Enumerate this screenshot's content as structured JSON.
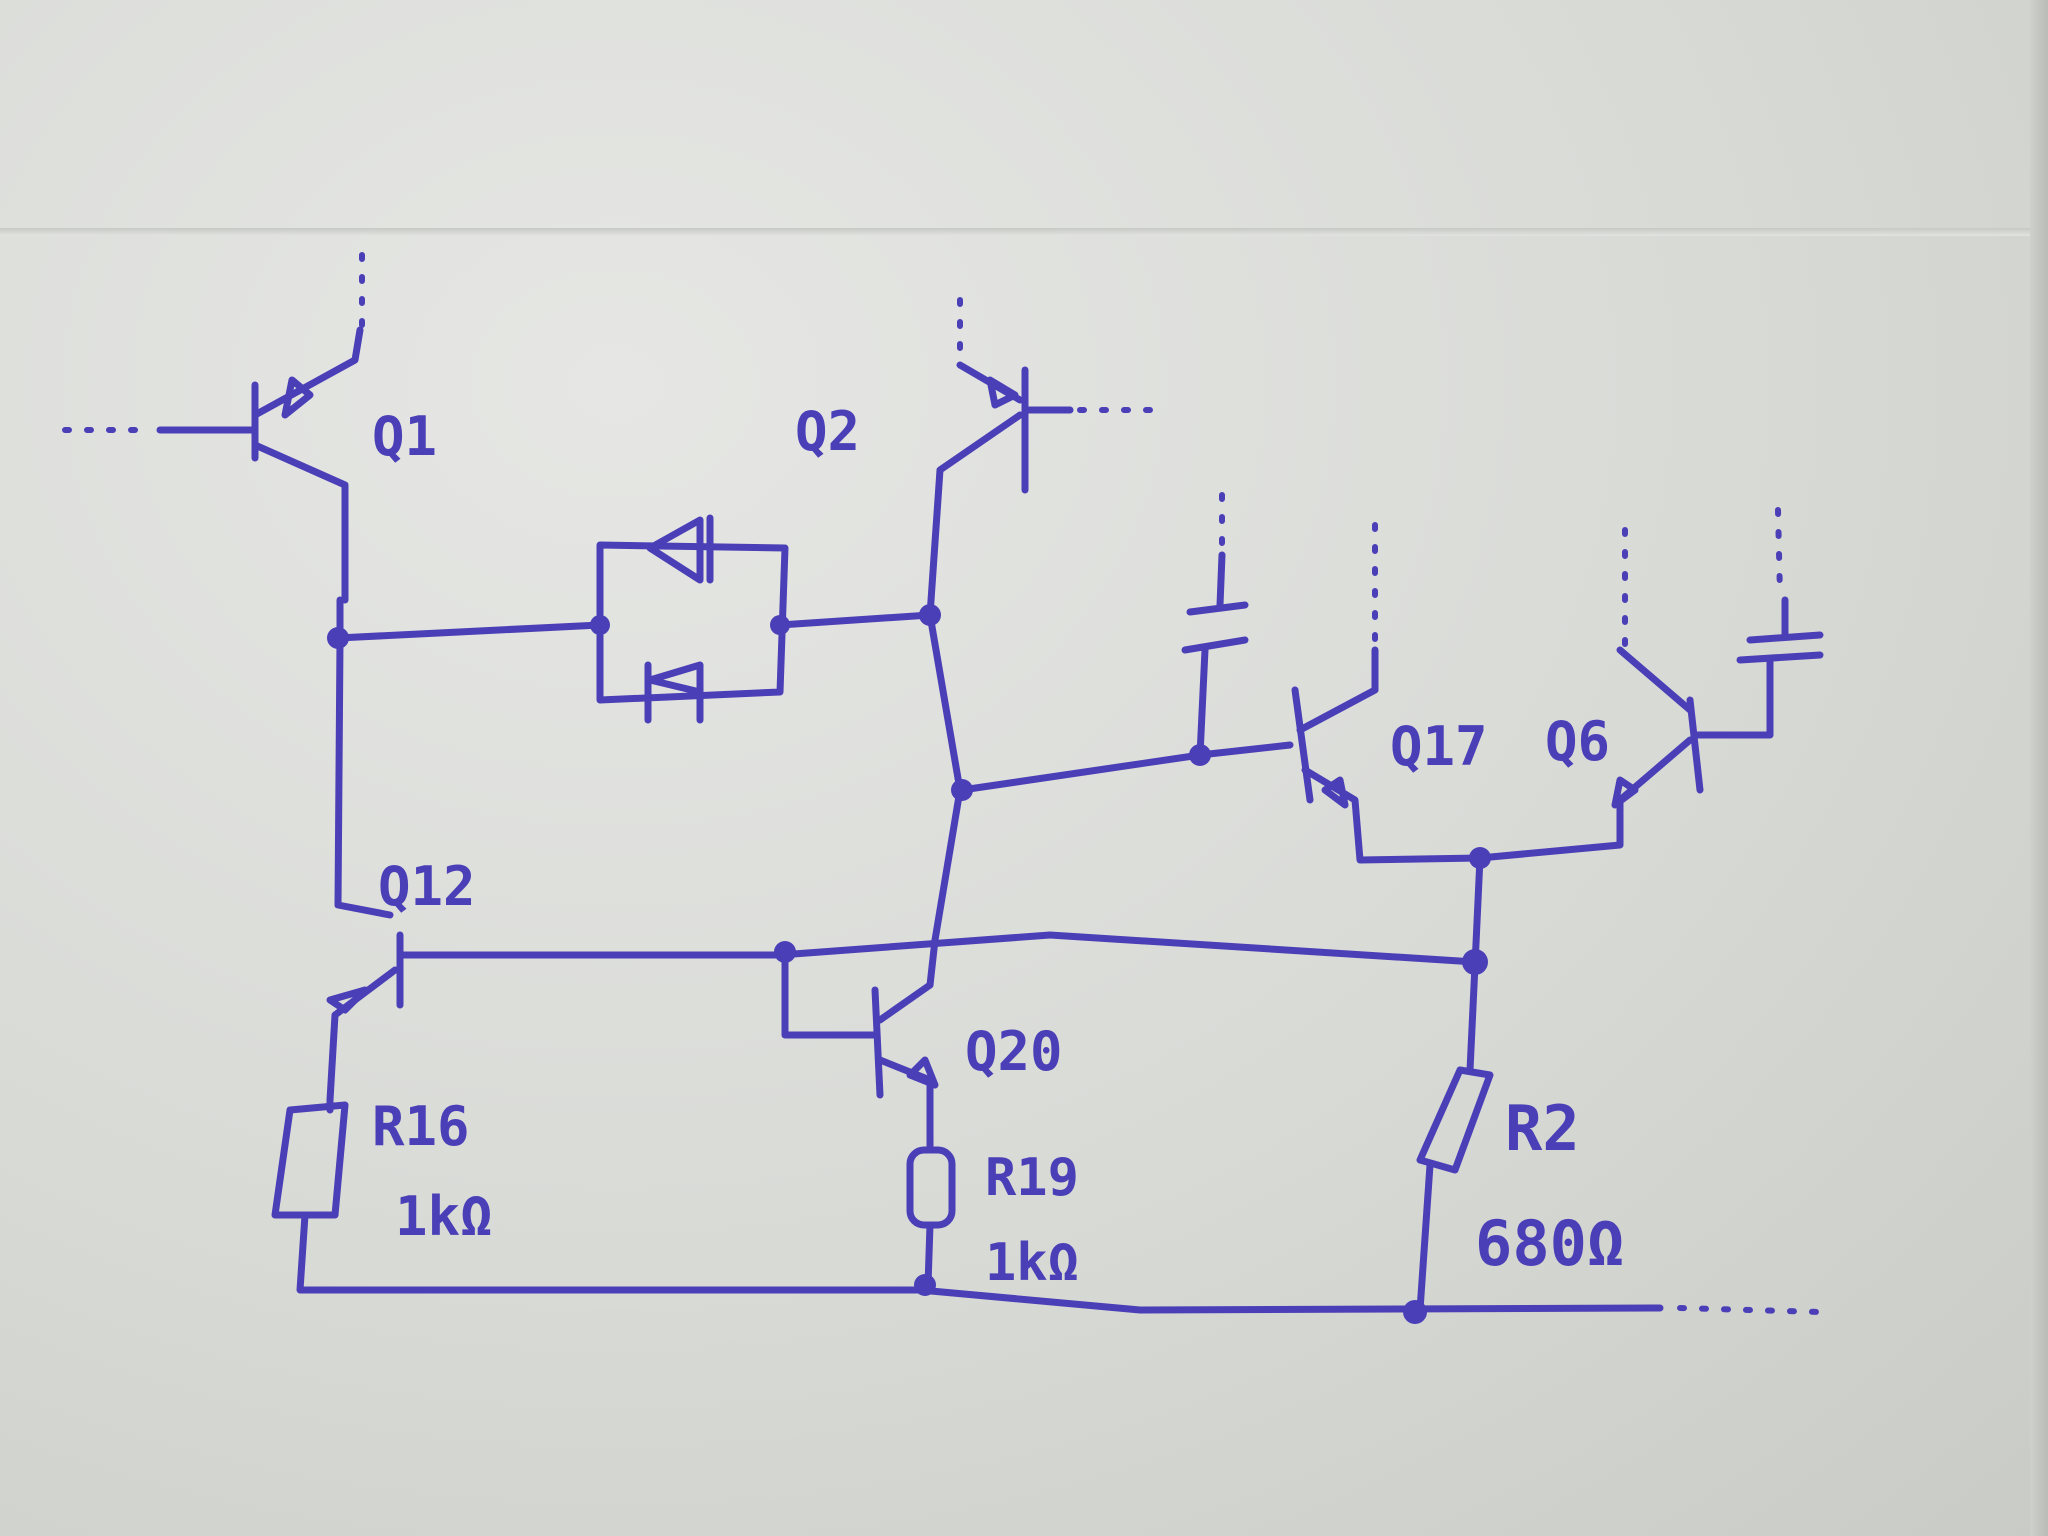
{
  "labels": {
    "q1": "Q1",
    "q2": "Q2",
    "q17": "Q17",
    "q6": "Q6",
    "q12": "Q12",
    "q20": "Q20",
    "r16": "R16",
    "r16_value": "1kΩ",
    "r19": "R19",
    "r19_value": "1kΩ",
    "r2": "R2",
    "r2_value": "680Ω"
  },
  "colors": {
    "ink": "#4b3fb8",
    "paper": "#d9dbd8"
  }
}
